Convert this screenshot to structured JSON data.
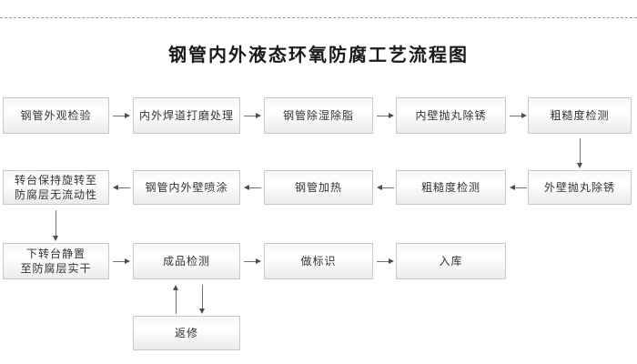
{
  "title": "钢管内外液态环氧防腐工艺流程图",
  "colors": {
    "box_border": "#c9c9c9",
    "box_gradient_bottom": "#e9ece9",
    "arrow": "#4d4d4d",
    "text": "#333333",
    "dashed_divider": "#999999"
  },
  "nodes": {
    "appearance_inspection": "钢管外观检验",
    "weld_grinding": "内外焊道打磨处理",
    "degrease": "钢管除湿除脂",
    "inner_shot_blasting": "内壁抛丸除锈",
    "roughness_test_1": "粗糙度检测",
    "outer_shot_blasting": "外壁抛丸除锈",
    "roughness_test_2": "粗糙度检测",
    "pipe_heating": "钢管加热",
    "spray_coating": "钢管内外壁喷涂",
    "keep_rotating_line1": "转台保持旋转至",
    "keep_rotating_line2": "防腐层无流动性",
    "standing_cure_line1": "下转台静置",
    "standing_cure_line2": "至防腐层实干",
    "final_inspection": "成品检测",
    "marking": "做标识",
    "warehousing": "入库",
    "rework": "返修"
  }
}
